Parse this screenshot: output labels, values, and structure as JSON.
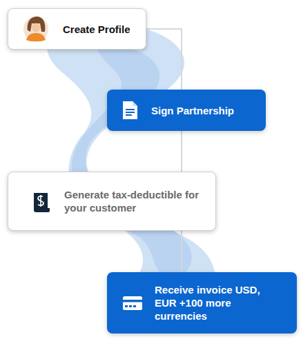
{
  "diagram": {
    "nodes": [
      {
        "text": [
          "Create Profile"
        ]
      },
      {
        "text": [
          "Sign Partnership"
        ]
      },
      {
        "text": [
          "Generate tax-deductible for your customer"
        ]
      },
      {
        "text": [
          "Receive invoice USD, EUR +100 more currencies"
        ]
      }
    ],
    "edges": [
      {
        "from": 0,
        "to": 1,
        "arrow": "none"
      },
      {
        "from": 1,
        "to": 2,
        "arrow": "none"
      },
      {
        "from": 2,
        "to": 3,
        "arrow": "none"
      }
    ]
  }
}
